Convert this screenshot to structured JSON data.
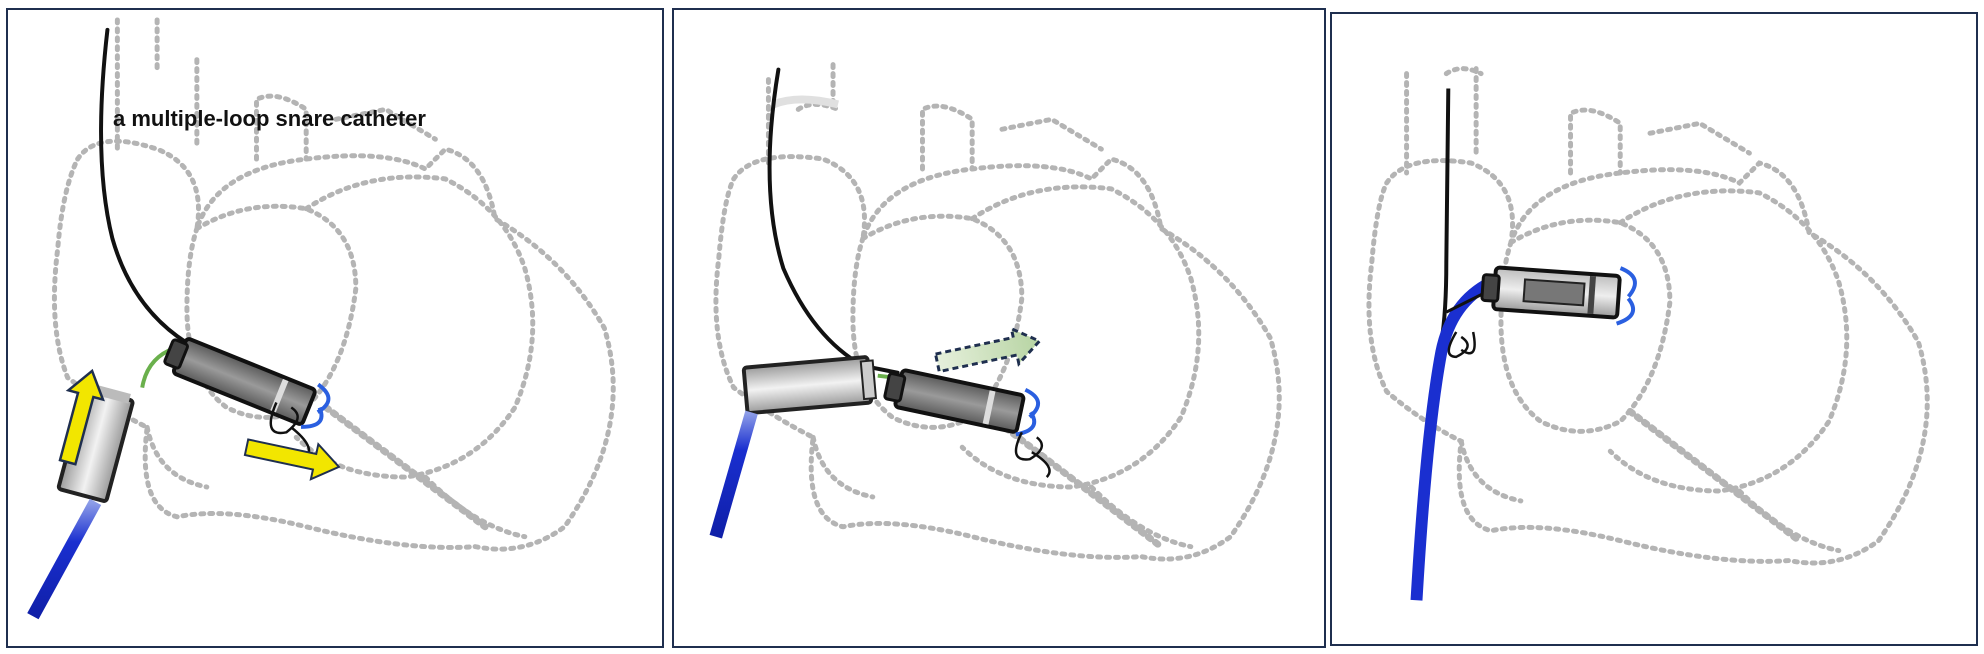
{
  "panels": [
    {
      "label": "a multiple-loop snare catheter"
    },
    {
      "label": ""
    },
    {
      "label": ""
    }
  ],
  "colors": {
    "heart_outline": "#b4b4b4",
    "panel_border": "#1f2f4f",
    "snare_wire": "#111111",
    "catheter_sheath": "#1a2fd0",
    "device_body": "#8a8a8a",
    "delivery_sheath": "#e6e6e6",
    "retrieval_hooks": "#2a5fe0",
    "tether": "#6ab04c",
    "movement_arrow": "#f2e600",
    "withdraw_arrow": "#cfe3c2"
  },
  "icons": [
    "heart-outline",
    "snare-wire",
    "leadless-pacemaker",
    "delivery-sheath",
    "movement-arrow"
  ]
}
